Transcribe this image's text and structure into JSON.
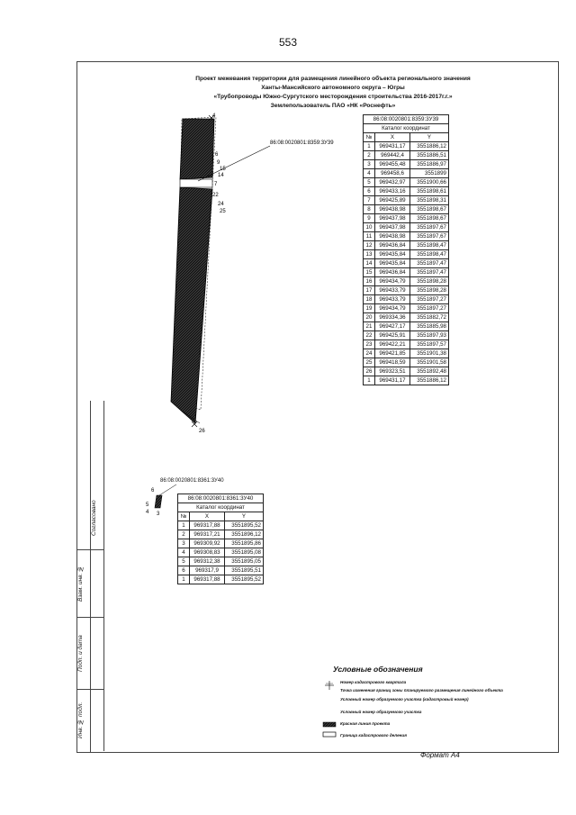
{
  "page_number": "553",
  "title_lines": [
    "Проект межевания территории для размещения линейного объекта регионального значения",
    "Ханты-Мансийского автономного округа – Югры",
    "«Трубопроводы Южно-Сургутского месторождения строительства 2016-2017г.г.»",
    "Землепользователь ПАО «НК «Роснефть»"
  ],
  "map": {
    "parcel_label": "86:08:0020801:8359:3У39",
    "point_labels": [
      "4",
      "6",
      "9",
      "15",
      "14",
      "7",
      "22",
      "24",
      "25",
      "26"
    ]
  },
  "table1": {
    "parcel": "86:08:0020801:8359:3У39",
    "caption": "Каталог координат",
    "headers": [
      "№",
      "X",
      "Y"
    ],
    "rows": [
      [
        "1",
        "969431,17",
        "3551886,12"
      ],
      [
        "2",
        "969442,4",
        "3551886,51"
      ],
      [
        "3",
        "969455,48",
        "3551886,97"
      ],
      [
        "4",
        "969458,6",
        "3551899"
      ],
      [
        "5",
        "969432,97",
        "3551900,66"
      ],
      [
        "6",
        "969433,16",
        "3551898,61"
      ],
      [
        "7",
        "969425,89",
        "3551898,31"
      ],
      [
        "8",
        "969438,98",
        "3551898,67"
      ],
      [
        "9",
        "969437,98",
        "3551898,67"
      ],
      [
        "10",
        "969437,98",
        "3551897,67"
      ],
      [
        "11",
        "969438,98",
        "3551897,67"
      ],
      [
        "12",
        "969436,84",
        "3551898,47"
      ],
      [
        "13",
        "969435,84",
        "3551898,47"
      ],
      [
        "14",
        "969435,84",
        "3551897,47"
      ],
      [
        "15",
        "969436,84",
        "3551897,47"
      ],
      [
        "16",
        "969434,79",
        "3551898,28"
      ],
      [
        "17",
        "969433,79",
        "3551898,28"
      ],
      [
        "18",
        "969433,79",
        "3551897,27"
      ],
      [
        "19",
        "969434,79",
        "3551897,27"
      ],
      [
        "20",
        "969334,36",
        "3551882,72"
      ],
      [
        "21",
        "969427,17",
        "3551885,98"
      ],
      [
        "22",
        "969425,91",
        "3551897,93"
      ],
      [
        "23",
        "969422,21",
        "3551897,57"
      ],
      [
        "24",
        "969421,85",
        "3551901,38"
      ],
      [
        "25",
        "969418,59",
        "3551901,58"
      ],
      [
        "26",
        "969323,51",
        "3551892,48"
      ],
      [
        "1",
        "969431,17",
        "3551886,12"
      ]
    ]
  },
  "inset": {
    "parcel_label": "86:08:0020801:8361:3У40",
    "point_labels": [
      "6",
      "5",
      "4",
      "3"
    ]
  },
  "table2": {
    "parcel": "86:08:0020801:8361:3У40",
    "caption": "Каталог координат",
    "headers": [
      "№",
      "X",
      "Y"
    ],
    "rows": [
      [
        "1",
        "969317,88",
        "3551895,52"
      ],
      [
        "2",
        "969317,21",
        "3551896,12"
      ],
      [
        "3",
        "969309,92",
        "3551895,86"
      ],
      [
        "4",
        "969308,83",
        "3551895,08"
      ],
      [
        "5",
        "969312,38",
        "3551895,05"
      ],
      [
        "6",
        "969317,9",
        "3551895,51"
      ],
      [
        "1",
        "969317,88",
        "3551895,52"
      ]
    ]
  },
  "stamp": {
    "agreed": "Согласовано",
    "inv_replace": "Взам. инв. №",
    "signature_date": "Подп. и дата",
    "inv_original": "Инв. № подл."
  },
  "legend": {
    "title": "Условные обозначения",
    "items": [
      "Номер кадастрового квартала",
      "Точка изменения границ зоны планируемого размещения линейного объекта",
      "Условный номер образуемого участка (кадастровый номер)",
      "Условный номер образуемого участка",
      "Красная линия проекта",
      "Граница кадастрового деления"
    ]
  },
  "format_label": "Формат А4"
}
